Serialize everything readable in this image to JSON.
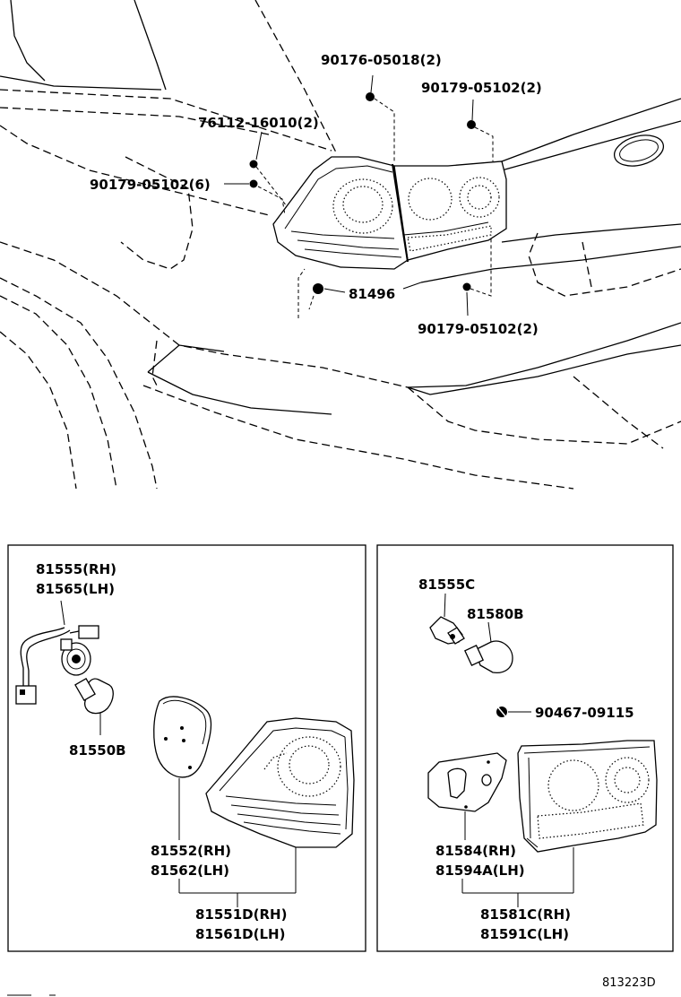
{
  "diagram_id": "813223D",
  "top_view": {
    "labels": {
      "p90176": "90176-05018(2)",
      "p90179_upper_right": "90179-05102(2)",
      "p76112": "76112-16010(2)",
      "p90179_left": "90179-05102(6)",
      "p81496": "81496",
      "p90179_lower_right": "90179-05102(2)"
    }
  },
  "left_panel": {
    "socket_rh": "81555(RH)",
    "socket_lh": "81565(LH)",
    "bulb": "81550B",
    "gasket_rh": "81552(RH)",
    "gasket_lh": "81562(LH)",
    "lamp_rh": "81551D(RH)",
    "lamp_lh": "81561D(LH)"
  },
  "right_panel": {
    "socket": "81555C",
    "bulb": "81580B",
    "screw": "90467-09115",
    "gasket_rh": "81584(RH)",
    "gasket_lh": "81594A(LH)",
    "lamp_rh": "81581C(RH)",
    "lamp_lh": "81591C(LH)"
  }
}
